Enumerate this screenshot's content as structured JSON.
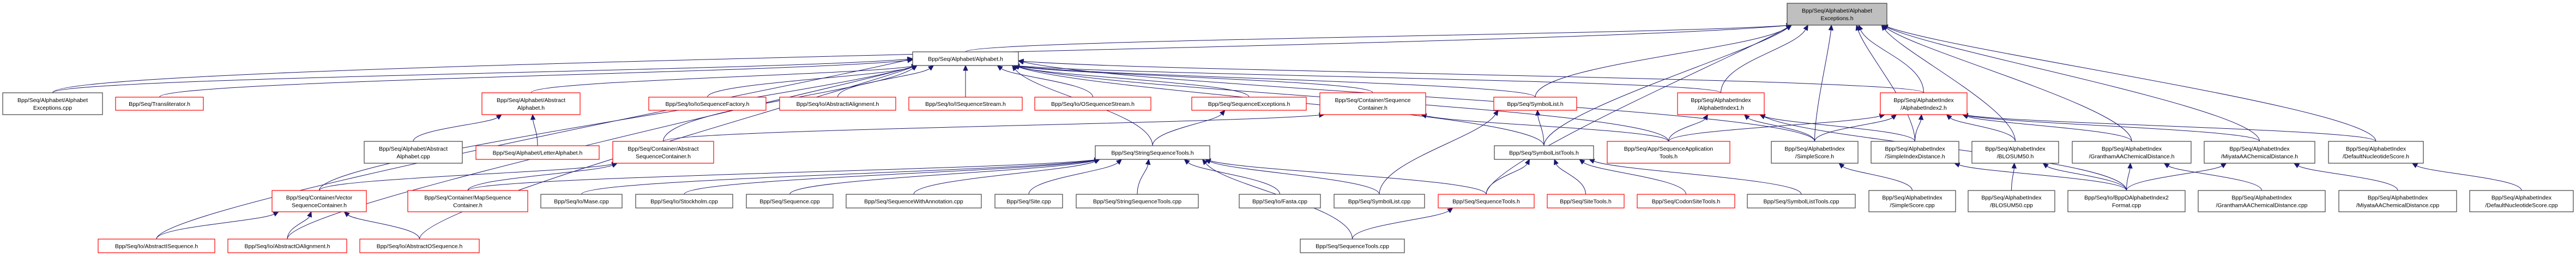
{
  "diagram": {
    "title": "Include dependency graph for Bpp/Seq/Alphabet/AlphabetExceptions.h",
    "colors": {
      "edge": "#191970",
      "root_fill": "#bfbfbf",
      "root_border": "#404040",
      "normal_border": "#404040",
      "truncated_border": "#ff0000",
      "background": "#ffffff"
    },
    "nodes": [
      {
        "id": "aexh",
        "lines": [
          "Bpp/Seq/Alphabet/Alphabet",
          "Exceptions.h"
        ],
        "style": "root"
      },
      {
        "id": "alph",
        "lines": [
          "Bpp/Seq/Alphabet/Alphabet.h"
        ],
        "style": "normal"
      },
      {
        "id": "aexcpp",
        "lines": [
          "Bpp/Seq/Alphabet/Alphabet",
          "Exceptions.cpp"
        ],
        "style": "normal"
      },
      {
        "id": "translit",
        "lines": [
          "Bpp/Seq/Transliterator.h"
        ],
        "style": "truncated"
      },
      {
        "id": "absalph",
        "lines": [
          "Bpp/Seq/Alphabet/Abstract",
          "Alphabet.h"
        ],
        "style": "truncated"
      },
      {
        "id": "iosf",
        "lines": [
          "Bpp/Seq/Io/IoSequenceFactory.h"
        ],
        "style": "truncated"
      },
      {
        "id": "absial",
        "lines": [
          "Bpp/Seq/Io/AbstractIAlignment.h"
        ],
        "style": "truncated"
      },
      {
        "id": "iss",
        "lines": [
          "Bpp/Seq/Io/ISequenceStream.h"
        ],
        "style": "truncated"
      },
      {
        "id": "oss",
        "lines": [
          "Bpp/Seq/Io/OSequenceStream.h"
        ],
        "style": "truncated"
      },
      {
        "id": "seqexc",
        "lines": [
          "Bpp/Seq/SequenceExceptions.h"
        ],
        "style": "truncated"
      },
      {
        "id": "seqcont",
        "lines": [
          "Bpp/Seq/Container/Sequence",
          "Container.h"
        ],
        "style": "truncated"
      },
      {
        "id": "symlist",
        "lines": [
          "Bpp/Seq/SymbolList.h"
        ],
        "style": "truncated"
      },
      {
        "id": "ai1",
        "lines": [
          "Bpp/Seq/AlphabetIndex",
          "/AlphabetIndex1.h"
        ],
        "style": "truncated"
      },
      {
        "id": "ai2",
        "lines": [
          "Bpp/Seq/AlphabetIndex",
          "/AlphabetIndex2.h"
        ],
        "style": "truncated"
      },
      {
        "id": "absalphcpp",
        "lines": [
          "Bpp/Seq/Alphabet/Abstract",
          "Alphabet.cpp"
        ],
        "style": "normal"
      },
      {
        "id": "letter",
        "lines": [
          "Bpp/Seq/Alphabet/LetterAlphabet.h"
        ],
        "style": "truncated"
      },
      {
        "id": "absseqcont",
        "lines": [
          "Bpp/Seq/Container/Abstract",
          "SequenceContainer.h"
        ],
        "style": "truncated"
      },
      {
        "id": "sst",
        "lines": [
          "Bpp/Seq/StringSequenceTools.h"
        ],
        "style": "normal"
      },
      {
        "id": "slt",
        "lines": [
          "Bpp/Seq/SymbolListTools.h"
        ],
        "style": "normal"
      },
      {
        "id": "sat",
        "lines": [
          "Bpp/Seq/App/SequenceApplication",
          "Tools.h"
        ],
        "style": "truncated"
      },
      {
        "id": "ssh",
        "lines": [
          "Bpp/Seq/AlphabetIndex",
          "/SimpleScore.h"
        ],
        "style": "normal"
      },
      {
        "id": "sidh",
        "lines": [
          "Bpp/Seq/AlphabetIndex",
          "/SimpleIndexDistance.h"
        ],
        "style": "normal"
      },
      {
        "id": "blosh",
        "lines": [
          "Bpp/Seq/AlphabetIndex",
          "/BLOSUM50.h"
        ],
        "style": "normal"
      },
      {
        "id": "granh",
        "lines": [
          "Bpp/Seq/AlphabetIndex",
          "/GranthamAAChemicalDistance.h"
        ],
        "style": "normal"
      },
      {
        "id": "miyh",
        "lines": [
          "Bpp/Seq/AlphabetIndex",
          "/MiyataAAChemicalDistance.h"
        ],
        "style": "normal"
      },
      {
        "id": "dnsh",
        "lines": [
          "Bpp/Seq/AlphabetIndex",
          "/DefaultNucleotideScore.h"
        ],
        "style": "normal"
      },
      {
        "id": "vsc",
        "lines": [
          "Bpp/Seq/Container/Vector",
          "SequenceContainer.h"
        ],
        "style": "truncated"
      },
      {
        "id": "msc",
        "lines": [
          "Bpp/Seq/Container/MapSequence",
          "Container.h"
        ],
        "style": "truncated"
      },
      {
        "id": "mase",
        "lines": [
          "Bpp/Seq/Io/Mase.cpp"
        ],
        "style": "normal"
      },
      {
        "id": "stock",
        "lines": [
          "Bpp/Seq/Io/Stockholm.cpp"
        ],
        "style": "normal"
      },
      {
        "id": "seqcpp",
        "lines": [
          "Bpp/Seq/Sequence.cpp"
        ],
        "style": "normal"
      },
      {
        "id": "swa",
        "lines": [
          "Bpp/Seq/SequenceWithAnnotation.cpp"
        ],
        "style": "normal"
      },
      {
        "id": "site",
        "lines": [
          "Bpp/Seq/Site.cpp"
        ],
        "style": "normal"
      },
      {
        "id": "sstcpp",
        "lines": [
          "Bpp/Seq/StringSequenceTools.cpp"
        ],
        "style": "normal"
      },
      {
        "id": "fasta",
        "lines": [
          "Bpp/Seq/Io/Fasta.cpp"
        ],
        "style": "normal"
      },
      {
        "id": "slcpp",
        "lines": [
          "Bpp/Seq/SymbolList.cpp"
        ],
        "style": "normal"
      },
      {
        "id": "stoolsh",
        "lines": [
          "Bpp/Seq/SequenceTools.h"
        ],
        "style": "truncated"
      },
      {
        "id": "sitetools",
        "lines": [
          "Bpp/Seq/SiteTools.h"
        ],
        "style": "truncated"
      },
      {
        "id": "codon",
        "lines": [
          "Bpp/Seq/CodonSiteTools.h"
        ],
        "style": "truncated"
      },
      {
        "id": "sltcpp",
        "lines": [
          "Bpp/Seq/SymbolListTools.cpp"
        ],
        "style": "normal"
      },
      {
        "id": "sscpp",
        "lines": [
          "Bpp/Seq/AlphabetIndex",
          "/SimpleScore.cpp"
        ],
        "style": "normal"
      },
      {
        "id": "bloscpp",
        "lines": [
          "Bpp/Seq/AlphabetIndex",
          "/BLOSUM50.cpp"
        ],
        "style": "normal"
      },
      {
        "id": "bppo",
        "lines": [
          "Bpp/Seq/Io/BppOAlphabetIndex2",
          "Format.cpp"
        ],
        "style": "normal"
      },
      {
        "id": "grancpp",
        "lines": [
          "Bpp/Seq/AlphabetIndex",
          "/GranthamAAChemicalDistance.cpp"
        ],
        "style": "normal"
      },
      {
        "id": "miycpp",
        "lines": [
          "Bpp/Seq/AlphabetIndex",
          "/MiyataAAChemicalDistance.cpp"
        ],
        "style": "normal"
      },
      {
        "id": "dnscpp",
        "lines": [
          "Bpp/Seq/AlphabetIndex",
          "/DefaultNucleotideScore.cpp"
        ],
        "style": "normal"
      },
      {
        "id": "aiseq",
        "lines": [
          "Bpp/Seq/Io/AbstractISequence.h"
        ],
        "style": "truncated"
      },
      {
        "id": "aoal",
        "lines": [
          "Bpp/Seq/Io/AbstractOAlignment.h"
        ],
        "style": "truncated"
      },
      {
        "id": "aoseq",
        "lines": [
          "Bpp/Seq/Io/AbstractOSequence.h"
        ],
        "style": "truncated"
      },
      {
        "id": "stcpp",
        "lines": [
          "Bpp/Seq/SequenceTools.cpp"
        ],
        "style": "normal"
      }
    ],
    "edges": [
      [
        "alph",
        "aexh"
      ],
      [
        "aexcpp",
        "aexh"
      ],
      [
        "aexcpp",
        "alph"
      ],
      [
        "translit",
        "alph"
      ],
      [
        "absalph",
        "alph"
      ],
      [
        "absalphcpp",
        "absalph"
      ],
      [
        "letter",
        "absalph"
      ],
      [
        "iosf",
        "alph"
      ],
      [
        "absial",
        "alph"
      ],
      [
        "iss",
        "alph"
      ],
      [
        "oss",
        "alph"
      ],
      [
        "seqexc",
        "alph"
      ],
      [
        "seqcont",
        "alph"
      ],
      [
        "symlist",
        "alph"
      ],
      [
        "symlist",
        "aexh"
      ],
      [
        "absseqcont",
        "seqcont"
      ],
      [
        "absseqcont",
        "alph"
      ],
      [
        "vsc",
        "absseqcont"
      ],
      [
        "vsc",
        "alph"
      ],
      [
        "msc",
        "absseqcont"
      ],
      [
        "msc",
        "sst"
      ],
      [
        "mase",
        "sst"
      ],
      [
        "stock",
        "sst"
      ],
      [
        "seqcpp",
        "sst"
      ],
      [
        "swa",
        "sst"
      ],
      [
        "site",
        "sst"
      ],
      [
        "sstcpp",
        "sst"
      ],
      [
        "fasta",
        "sst"
      ],
      [
        "slcpp",
        "sst"
      ],
      [
        "slcpp",
        "symlist"
      ],
      [
        "stoolsh",
        "sst"
      ],
      [
        "stoolsh",
        "slt"
      ],
      [
        "stoolsh",
        "aexh"
      ],
      [
        "stcpp",
        "sst"
      ],
      [
        "stcpp",
        "stoolsh"
      ],
      [
        "sst",
        "alph"
      ],
      [
        "sst",
        "seqexc"
      ],
      [
        "slt",
        "symlist"
      ],
      [
        "slt",
        "alph"
      ],
      [
        "slt",
        "aexh"
      ],
      [
        "sitetools",
        "slt"
      ],
      [
        "codon",
        "slt"
      ],
      [
        "sltcpp",
        "slt"
      ],
      [
        "sat",
        "alph"
      ],
      [
        "sat",
        "ai1"
      ],
      [
        "sat",
        "seqcont"
      ],
      [
        "sat",
        "ai2"
      ],
      [
        "ai1",
        "alph"
      ],
      [
        "ai1",
        "aexh"
      ],
      [
        "ai2",
        "alph"
      ],
      [
        "ai2",
        "aexh"
      ],
      [
        "ssh",
        "ai1"
      ],
      [
        "ssh",
        "ai2"
      ],
      [
        "ssh",
        "aexh"
      ],
      [
        "ssh",
        "alph"
      ],
      [
        "sidh",
        "ai2"
      ],
      [
        "sidh",
        "aexh"
      ],
      [
        "sidh",
        "ai1"
      ],
      [
        "blosh",
        "ai2"
      ],
      [
        "blosh",
        "aexh"
      ],
      [
        "granh",
        "ai2"
      ],
      [
        "granh",
        "aexh"
      ],
      [
        "miyh",
        "ai2"
      ],
      [
        "miyh",
        "aexh"
      ],
      [
        "dnsh",
        "ai2"
      ],
      [
        "dnsh",
        "aexh"
      ],
      [
        "sscpp",
        "ssh"
      ],
      [
        "bloscpp",
        "blosh"
      ],
      [
        "bppo",
        "blosh"
      ],
      [
        "bppo",
        "granh"
      ],
      [
        "bppo",
        "miyh"
      ],
      [
        "bppo",
        "sidh"
      ],
      [
        "bppo",
        "ai1"
      ],
      [
        "grancpp",
        "granh"
      ],
      [
        "miycpp",
        "miyh"
      ],
      [
        "dnscpp",
        "dnsh"
      ],
      [
        "aiseq",
        "vsc"
      ],
      [
        "aiseq",
        "alph"
      ],
      [
        "aoal",
        "vsc"
      ],
      [
        "aoal",
        "alph"
      ],
      [
        "aoseq",
        "vsc"
      ],
      [
        "aoseq",
        "alph"
      ]
    ]
  }
}
